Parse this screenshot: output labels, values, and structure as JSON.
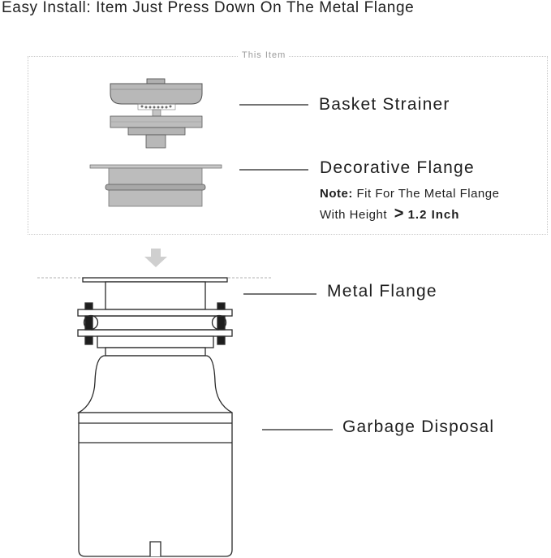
{
  "headline": "Easy Install: Item Just Press Down On The Metal Flange",
  "item_box": {
    "label": "This Item"
  },
  "callouts": {
    "basket_strainer": "Basket Strainer",
    "decorative_flange": "Decorative Flange",
    "metal_flange": "Metal Flange",
    "garbage_disposal": "Garbage Disposal"
  },
  "note": {
    "label": "Note:",
    "line1": "Fit For The Metal Flange",
    "line2": "With Height",
    "symbol": ">",
    "height": "1.2 Inch"
  },
  "colors": {
    "part_fill": "#b8b8b8",
    "part_fill_light": "#d4d4d4",
    "outline": "#2a2a2a",
    "arrow": "#cccccc"
  }
}
